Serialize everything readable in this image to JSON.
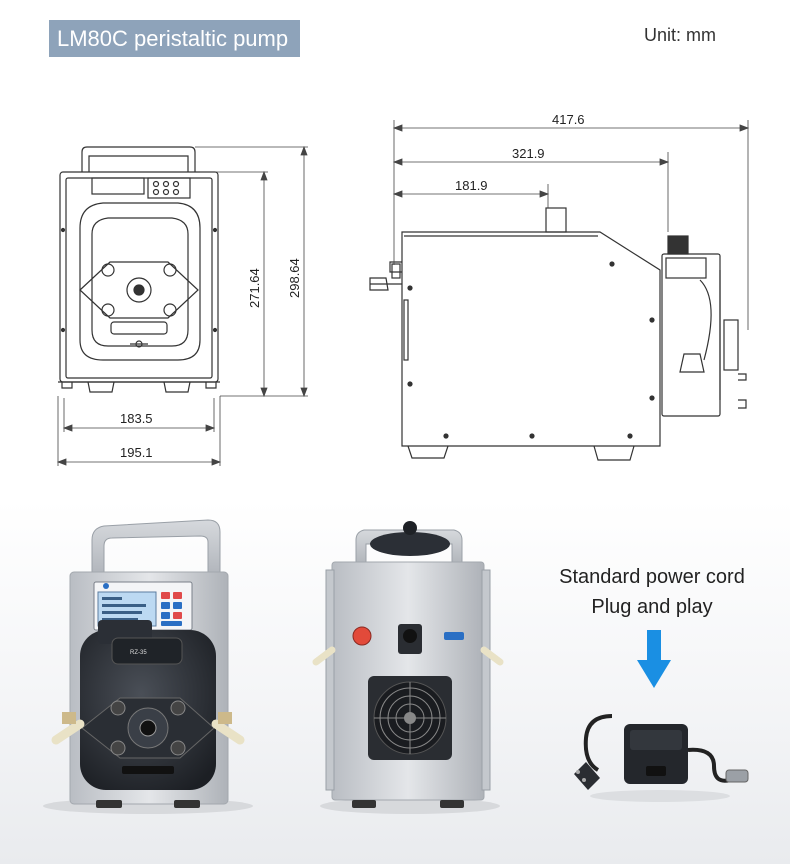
{
  "header": {
    "title": "LM80C peristaltic pump",
    "unit": "Unit: mm"
  },
  "front_view": {
    "width_outer": "195.1",
    "width_inner": "183.5",
    "height_body": "271.64",
    "height_total": "298.64"
  },
  "side_view": {
    "depth_total": "417.6",
    "depth_mid": "321.9",
    "depth_short": "181.9"
  },
  "photos": {
    "front_screen_text": [
      "",
      ""
    ],
    "pump_head_label": "RZ-35",
    "power_cord_caption_line1": "Standard power cord",
    "power_cord_caption_line2": "Plug and play"
  },
  "colors": {
    "title_bg": "#8ea3ba",
    "arrow": "#1a8fe3",
    "pump_head": "#2b2f36",
    "housing": "#c9ccd1"
  }
}
